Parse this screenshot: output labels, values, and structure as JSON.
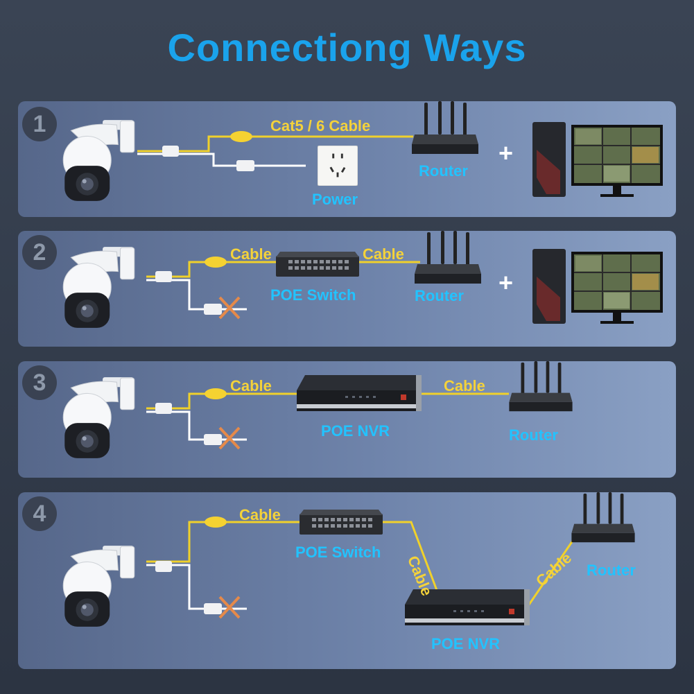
{
  "title": "Connectiong Ways",
  "colors": {
    "title": "#1aa3ec",
    "cyan_label": "#22c3ff",
    "cable_label": "#f4d23a",
    "cable": "#f0d12b",
    "cross": "#e58a4a"
  },
  "panels": [
    {
      "number": "1",
      "cable_label": "Cat5 / 6 Cable",
      "router_label": "Router",
      "power_label": "Power",
      "plus": "+"
    },
    {
      "number": "2",
      "cable_label_1": "Cable",
      "cable_label_2": "Cable",
      "switch_label": "POE Switch",
      "router_label": "Router",
      "plus": "+"
    },
    {
      "number": "3",
      "cable_label_1": "Cable",
      "cable_label_2": "Cable",
      "nvr_label": "POE NVR",
      "router_label": "Router"
    },
    {
      "number": "4",
      "cable_label_1": "Cable",
      "cable_label_2": "Cable",
      "cable_label_3": "Cable",
      "switch_label": "POE Switch",
      "nvr_label": "POE NVR",
      "router_label": "Router"
    }
  ]
}
